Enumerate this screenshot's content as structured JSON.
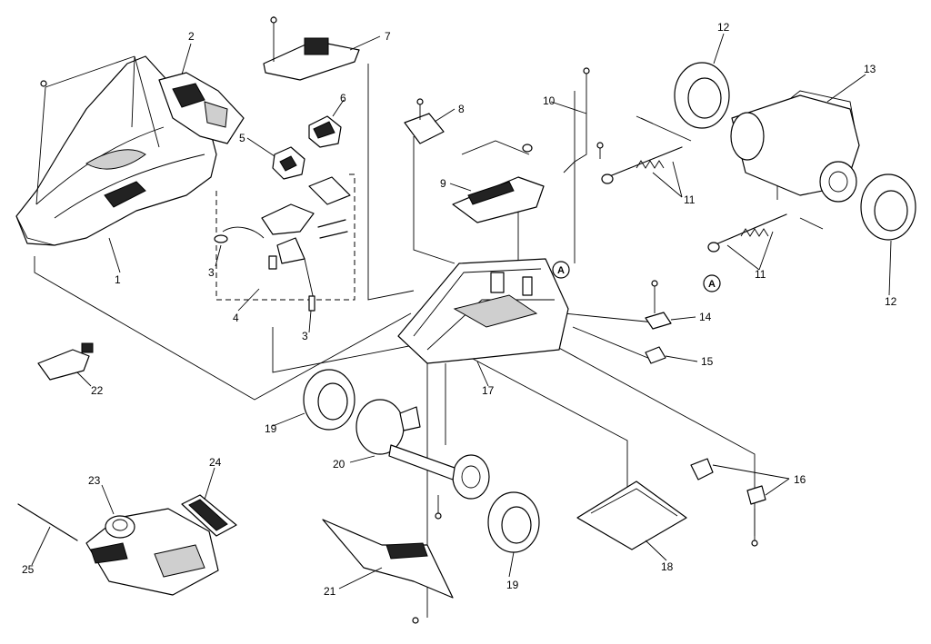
{
  "callouts": {
    "c1": "1",
    "c2": "2",
    "c3a": "3",
    "c3b": "3",
    "c4": "4",
    "c5": "5",
    "c6": "6",
    "c7": "7",
    "c8": "8",
    "c9": "9",
    "c10": "10",
    "c11a": "11",
    "c11b": "11",
    "c12a": "12",
    "c12b": "12",
    "c13": "13",
    "c14": "14",
    "c15": "15",
    "c16": "16",
    "c17": "17",
    "c18": "18",
    "c19a": "19",
    "c19b": "19",
    "c20": "20",
    "c21": "21",
    "c22": "22",
    "c23": "23",
    "c24": "24",
    "c25": "25"
  },
  "markers": {
    "a1": "A",
    "a2": "A"
  }
}
